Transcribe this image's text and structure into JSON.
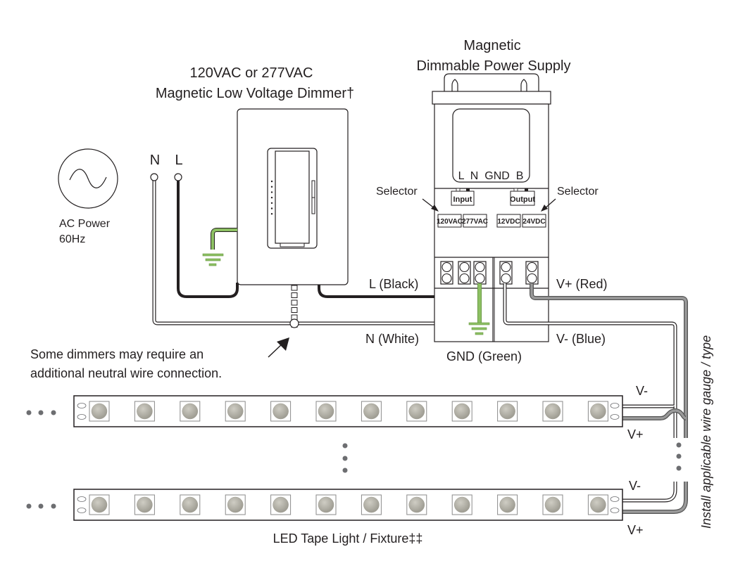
{
  "dimmer": {
    "title_line1": "120VAC or 277VAC",
    "title_line2": "Magnetic Low Voltage Dimmer†",
    "indicator_dots": 7
  },
  "power_supply": {
    "title_line1": "Magnetic",
    "title_line2": "Dimmable Power Supply",
    "terminal_labels": "L  N  GND  B",
    "input_selector_label": "Selector",
    "output_selector_label": "Selector",
    "input_switch": "Input",
    "output_switch": "Output",
    "input_options": [
      "120VAC",
      "277VAC"
    ],
    "output_options": [
      "12VDC",
      "24VDC"
    ]
  },
  "ac_source": {
    "label_line1": "AC Power",
    "label_line2": "60Hz",
    "neutral_label": "N",
    "line_label": "L"
  },
  "wires": {
    "line": "L (Black)",
    "neutral": "N (White)",
    "ground": "GND (Green)",
    "vplus": "V+ (Red)",
    "vminus": "V- (Blue)"
  },
  "colors": {
    "line_wire": "#231f20",
    "neutral_wire": "#ffffff",
    "ground_wire": "#8dc063",
    "vplus_wire": "#8a8a8a",
    "vminus_wire": "#ffffff",
    "led": "#b7b5ab"
  },
  "notes": {
    "neutral_note_line1": "Some dimmers may require an",
    "neutral_note_line2": "additional neutral wire connection.",
    "wire_gauge_note": "Install applicable wire gauge / type"
  },
  "led_strips": {
    "label": "LED Tape Light / Fixture‡‡",
    "leds_per_strip": 12,
    "strips": [
      {
        "vminus_label": "V-",
        "vplus_label": "V+"
      },
      {
        "vminus_label": "V-",
        "vplus_label": "V+"
      }
    ]
  }
}
